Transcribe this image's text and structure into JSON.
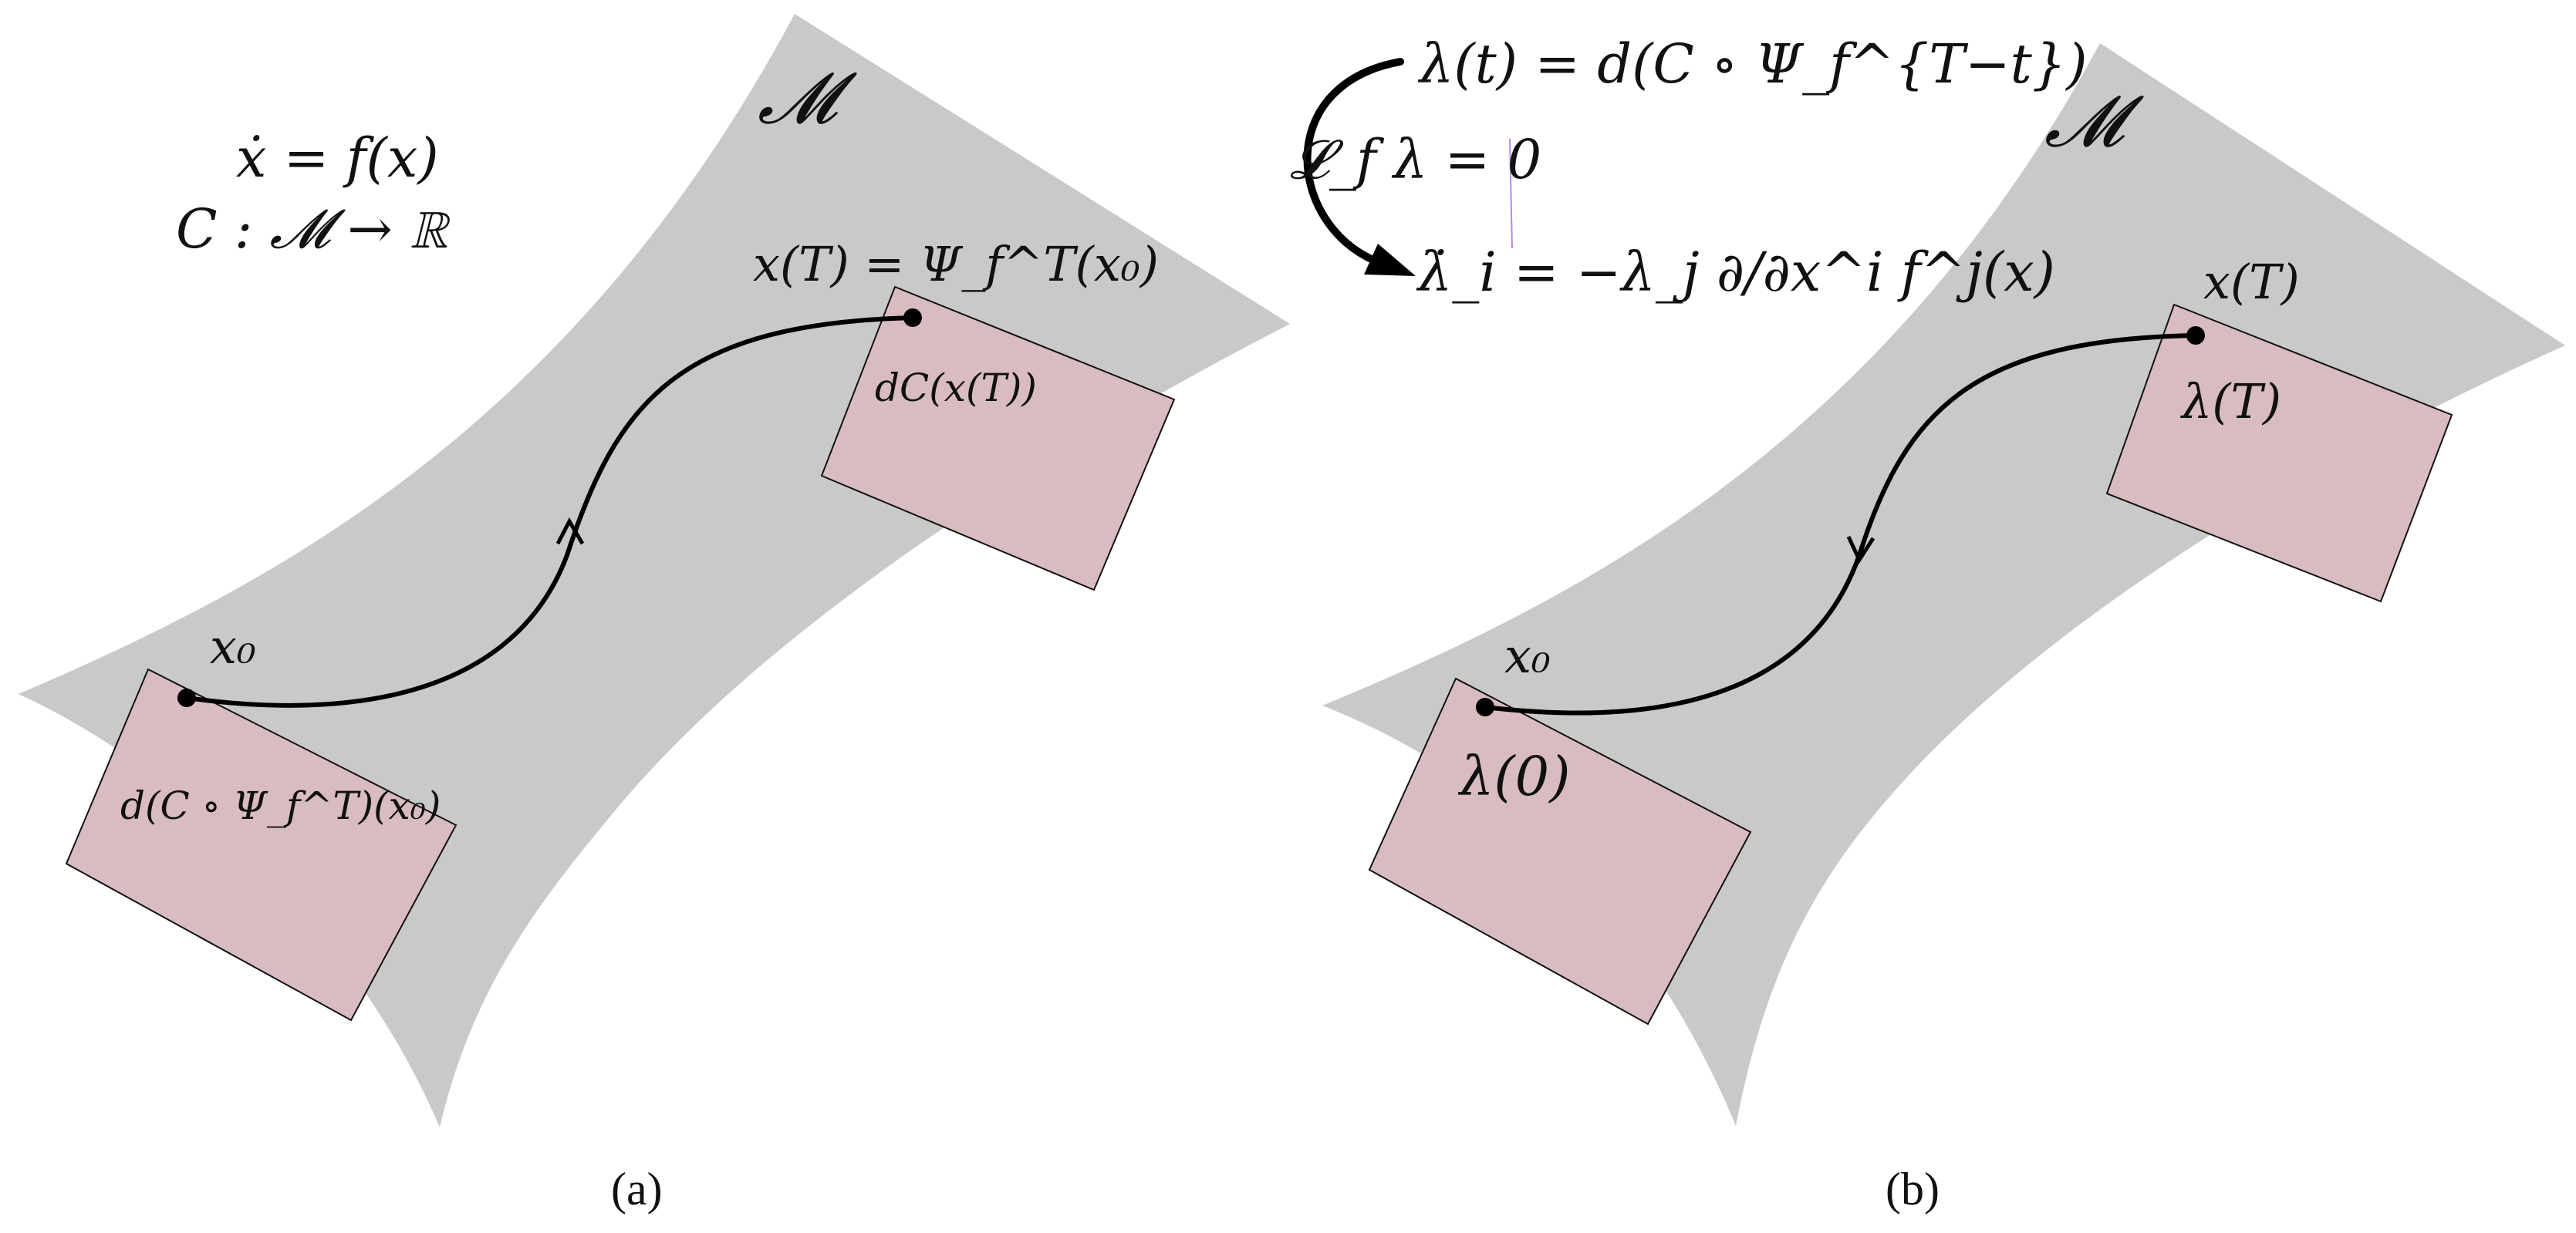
{
  "panel_a": {
    "manifold_label": "𝓜",
    "eq_ode": "ẋ = f(x)",
    "eq_cost": "C : 𝓜 → ℝ",
    "start_label": "x₀",
    "end_label": "x(T) = Ψ_f^T(x₀)",
    "end_covector": "dC(x(T))",
    "start_covector": "d(C ∘ Ψ_f^T)(x₀)",
    "caption": "(a)"
  },
  "panel_b": {
    "manifold_label": "𝓜",
    "eq_lambda": "λ(t) = d(C ∘ Ψ_f^{T−t})",
    "eq_lie": "𝓛_f λ = 0",
    "eq_adjoint": "λ̇_i = −λ_j ∂/∂x^i f^j(x)",
    "end_label": "x(T)",
    "end_covector": "λ(T)",
    "start_label": "x₀",
    "start_covector": "λ(0)",
    "caption": "(b)"
  },
  "colors": {
    "manifold": "#c9c9c9",
    "cotangent_plane": "#d9bcbf",
    "curve": "#000000",
    "background": "#ffffff"
  }
}
